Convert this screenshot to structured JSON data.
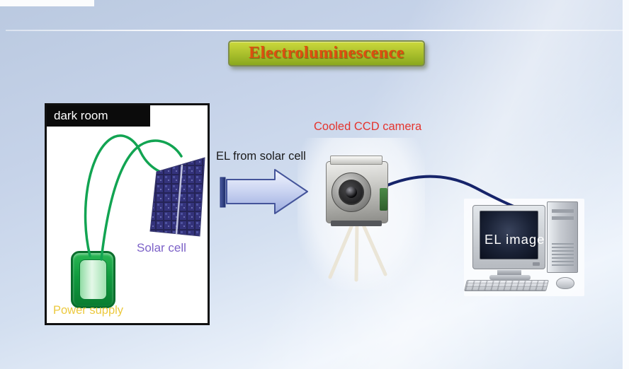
{
  "slide": {
    "title": "Electroluminescence",
    "dark_room": {
      "label": "dark room",
      "solar_cell_label": "Solar cell",
      "power_supply_label": "Power supply"
    },
    "arrow_label": "EL from solar cell",
    "camera_label": "Cooled CCD camera",
    "monitor_text": "EL image"
  },
  "icons": {
    "power_supply": "battery-icon",
    "solar_cell": "solar-panel-icon",
    "camera": "ccd-camera-icon",
    "tripod": "tripod-icon",
    "computer": "desktop-computer-icon",
    "arrow": "block-arrow-right-icon",
    "wires": "wire-lines-icon",
    "cable": "cable-line-icon"
  },
  "colors": {
    "title_text": "#dd4f10",
    "title_box_top": "#ccd93c",
    "title_box_bottom": "#8aa81e",
    "title_border": "#7d8c49",
    "camera_label": "#e4342e",
    "solar_cell_label": "#7d62c8",
    "power_supply_label": "#ecc93f",
    "arrow_label": "#1a1a1a",
    "dark_room_bg": "#ffffff",
    "dark_room_border": "#111111",
    "wire": "#12a452",
    "cable": "#16246a",
    "arrow_border": "#44549a",
    "screen_text": "#ffffff",
    "background_top": "#bac9e0",
    "background_bottom": "#eef4fc"
  }
}
